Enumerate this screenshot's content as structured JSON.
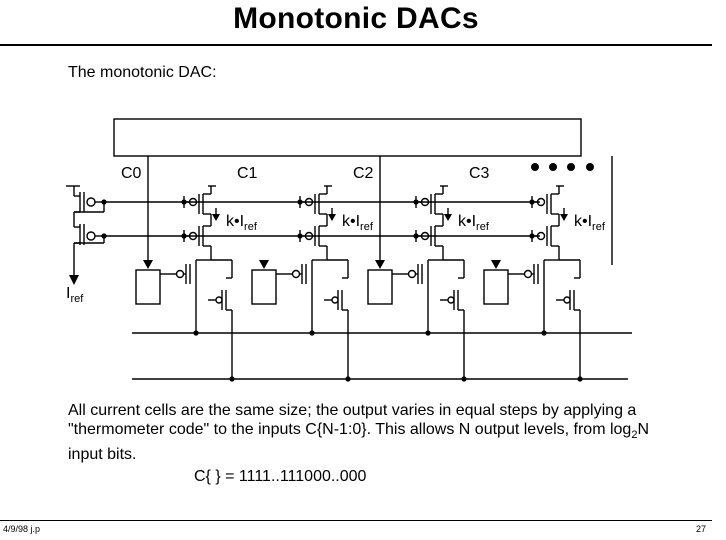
{
  "title": "Monotonic DACs",
  "subtitle": "The monotonic DAC:",
  "diagram": {
    "control_labels": [
      "C0",
      "C1",
      "C2",
      "C3"
    ],
    "cell_source_label": "k•I",
    "cell_source_subscript": "ref",
    "iref_label": "I",
    "iref_subscript": "ref"
  },
  "caption": {
    "prefix": "All current cells are the same size; the output varies in equal steps by applying a \"thermometer code\" to the inputs C{N-1:0}.  This allows N output levels, from log",
    "subscript": "2",
    "suffix": "N input bits."
  },
  "equation": "C{ } = 1111..111000..000",
  "footer": {
    "left": "4/9/98 j.p",
    "right": "27"
  }
}
